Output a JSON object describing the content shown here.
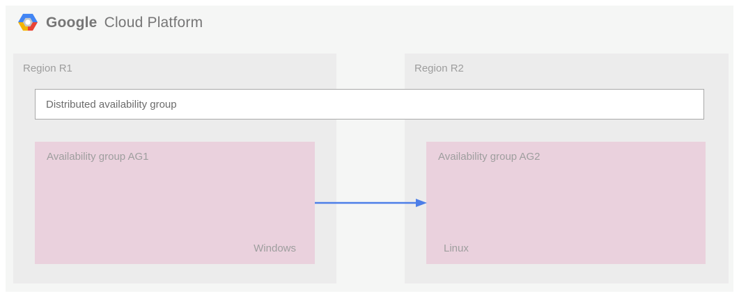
{
  "header": {
    "logo_icon": "gcp-hexagon-logo",
    "logo_brand": "Google",
    "logo_product": "Cloud Platform"
  },
  "diagram": {
    "distributed_group": {
      "label": "Distributed availability group"
    },
    "regions": [
      {
        "label": "Region R1",
        "availability_group": {
          "label": "Availability group AG1",
          "os": "Windows"
        }
      },
      {
        "label": "Region R2",
        "availability_group": {
          "label": "Availability group AG2",
          "os": "Linux"
        }
      }
    ],
    "connection": {
      "from": "Availability group AG1",
      "to": "Availability group AG2",
      "direction": "left-to-right"
    }
  },
  "colors": {
    "panel_bg": "#f5f6f5",
    "region_bg": "#ececec",
    "availability_group_bg": "#ead1dd",
    "distributed_box_border": "#a8a8a8",
    "arrow_blue": "#4c7ee8",
    "label_gray": "#9d9d9d",
    "distributed_text_gray": "#6b6b6b",
    "logo_text_gray": "#767676",
    "logo_blue": "#4285f4",
    "logo_red": "#e94435",
    "logo_yellow": "#f4b400"
  }
}
